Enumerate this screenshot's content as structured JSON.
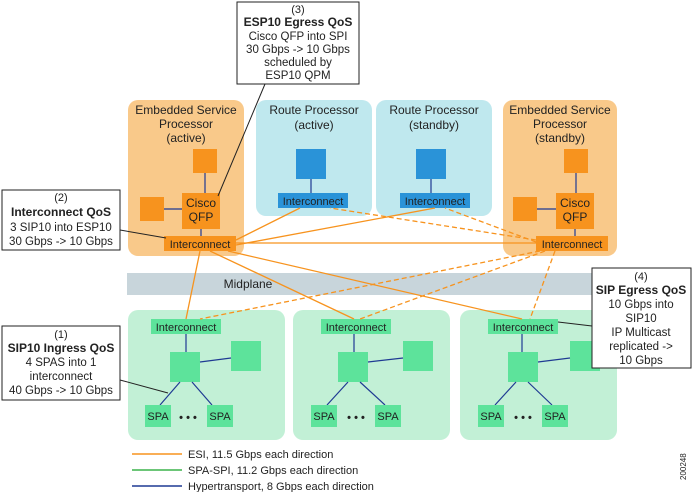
{
  "esp_active": {
    "title_l1": "Embedded Service",
    "title_l2": "Processor",
    "title_l3": "(active)",
    "qfp_l1": "Cisco",
    "qfp_l2": "QFP",
    "interconnect": "Interconnect"
  },
  "rp_active": {
    "title_l1": "Route Processor",
    "title_l2": "(active)",
    "interconnect": "Interconnect"
  },
  "rp_standby": {
    "title_l1": "Route Processor",
    "title_l2": "(standby)",
    "interconnect": "Interconnect"
  },
  "esp_standby": {
    "title_l1": "Embedded Service",
    "title_l2": "Processor",
    "title_l3": "(standby)",
    "qfp_l1": "Cisco",
    "qfp_l2": "QFP",
    "interconnect": "Interconnect"
  },
  "midplane": {
    "label": "Midplane"
  },
  "sips": [
    {
      "interconnect": "Interconnect",
      "spa_left": "SPA",
      "spa_right": "SPA",
      "dots": "• • •"
    },
    {
      "interconnect": "Interconnect",
      "spa_left": "SPA",
      "spa_right": "SPA",
      "dots": "• • •"
    },
    {
      "interconnect": "Interconnect",
      "spa_left": "SPA",
      "spa_right": "SPA",
      "dots": "• • •"
    }
  ],
  "callouts": {
    "c1": {
      "num": "(1)",
      "title": "SIP10 Ingress QoS",
      "l1": "4 SPAS into 1",
      "l2": "interconnect",
      "l3": "40 Gbps -> 10 Gbps"
    },
    "c2": {
      "num": "(2)",
      "title": "Interconnect QoS",
      "l1": "3 SIP10 into ESP10",
      "l2": "30 Gbps -> 10 Gbps"
    },
    "c3": {
      "num": "(3)",
      "title": "ESP10 Egress QoS",
      "l1": "Cisco QFP into SPI",
      "l2": "30 Gbps -> 10 Gbps",
      "l3": "scheduled by",
      "l4": "ESP10 QPM"
    },
    "c4": {
      "num": "(4)",
      "title": "SIP Egress QoS",
      "l1": "10 Gbps into",
      "l2": "SIP10",
      "l3": "IP Multicast",
      "l4": "replicated ->",
      "l5": "10 Gbps"
    }
  },
  "legend": {
    "esi": "ESI, 11.5 Gbps each direction",
    "spa_spi": "SPA-SPI, 11.2 Gbps each direction",
    "hypertransport": "Hypertransport, 8 Gbps each direction"
  },
  "figure_id": "200248",
  "colors": {
    "orange": "#f7931e",
    "esp_bg": "#f9c98a",
    "rp_bg": "#bfe8ee",
    "sip_bg": "#c2f0d6",
    "green": "#5de39b",
    "blue": "#2a93d8",
    "navy": "#1f3a93",
    "midplane": "#c8d5db"
  }
}
